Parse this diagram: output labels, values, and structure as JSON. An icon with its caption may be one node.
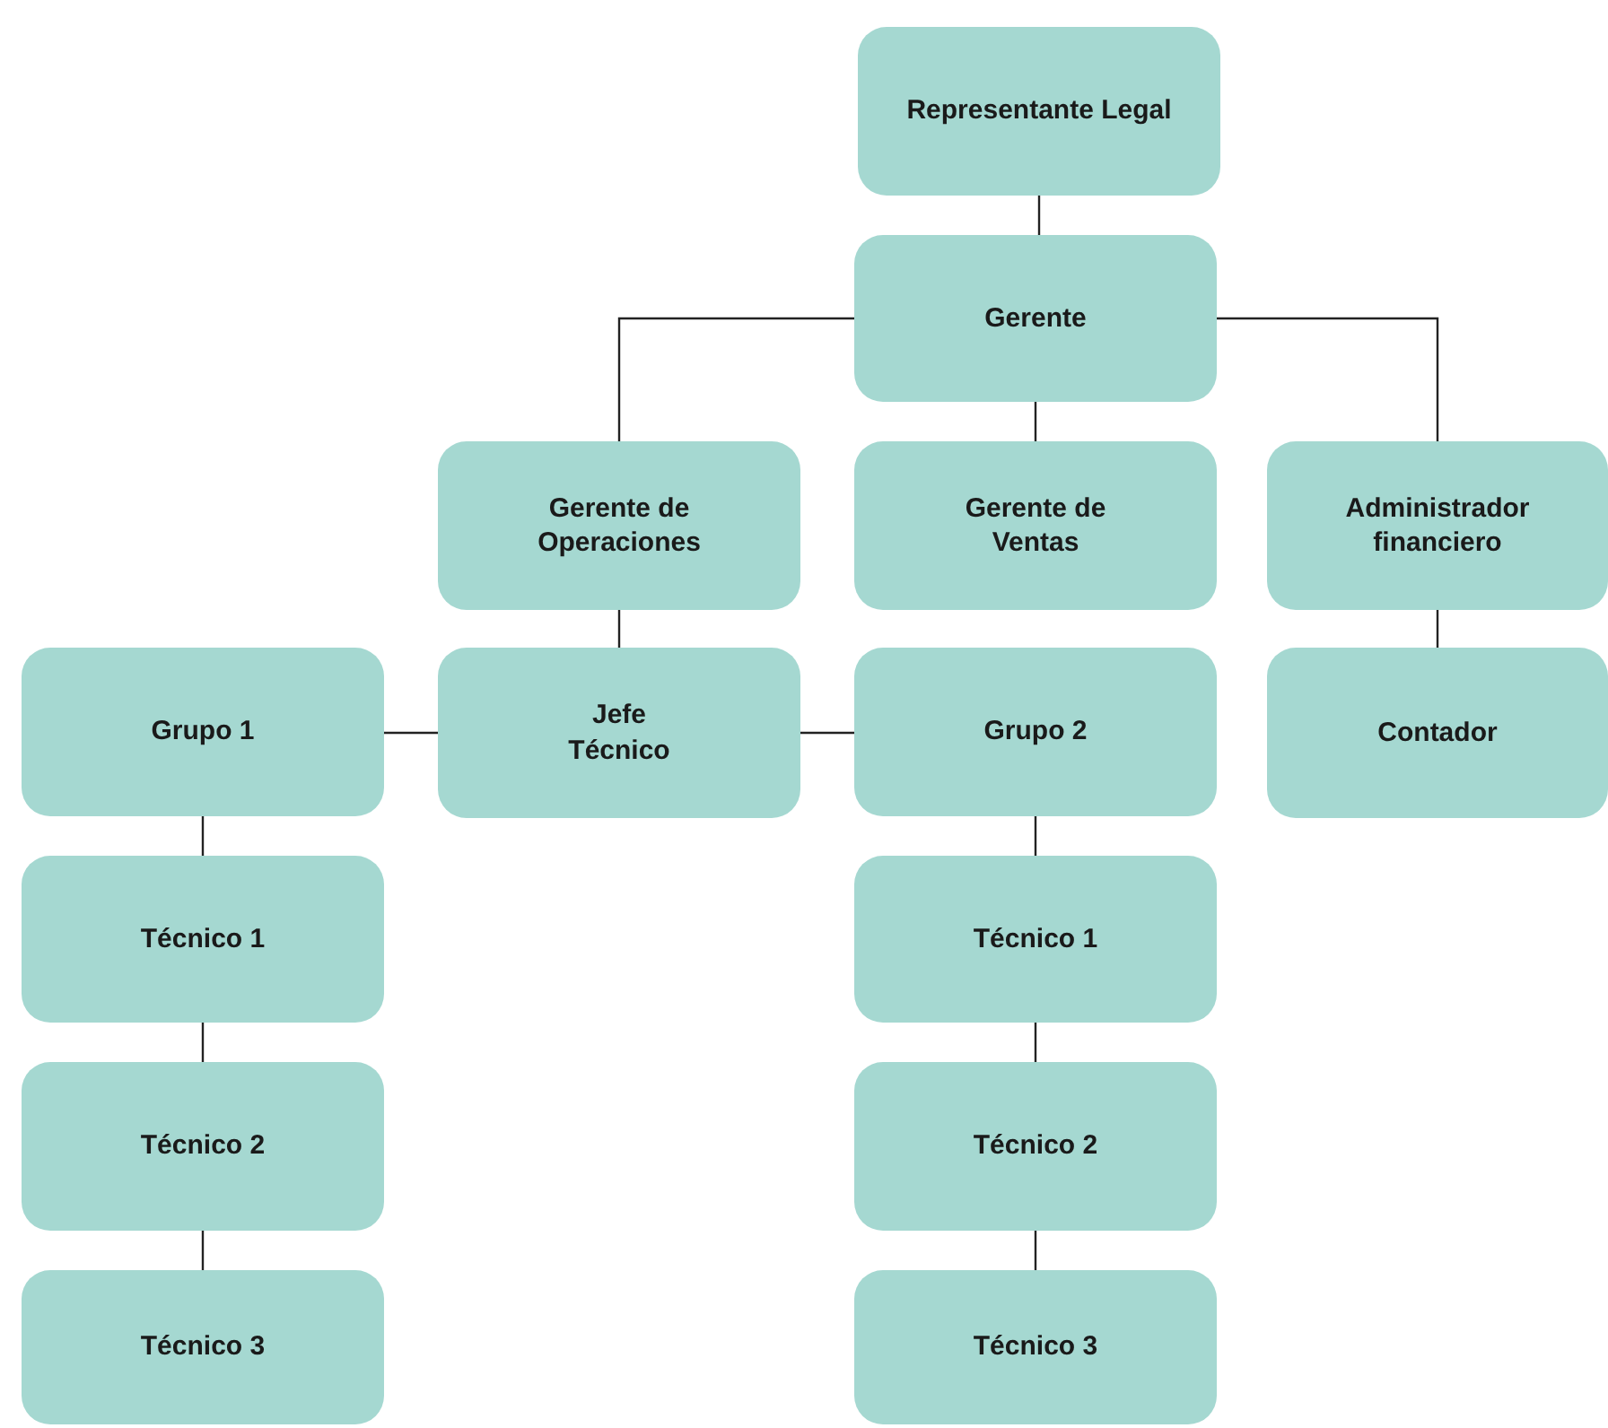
{
  "diagram": {
    "nodes": [
      {
        "text": [
          "Representante Legal"
        ]
      },
      {
        "text": [
          "Gerente"
        ]
      },
      {
        "text": [
          "Gerente de Operaciones"
        ]
      },
      {
        "text": [
          "Gerente de Ventas"
        ]
      },
      {
        "text": [
          "Administrador financiero"
        ]
      },
      {
        "text": [
          "Grupo 1"
        ]
      },
      {
        "text": [
          "Jefe Técnico"
        ]
      },
      {
        "text": [
          "Grupo 2"
        ]
      },
      {
        "text": [
          "Contador"
        ]
      },
      {
        "text": [
          "Técnico 1"
        ]
      },
      {
        "text": [
          "Técnico 1"
        ]
      },
      {
        "text": [
          "Técnico 2"
        ]
      },
      {
        "text": [
          "Técnico 2"
        ]
      },
      {
        "text": [
          "Técnico 3"
        ]
      },
      {
        "text": [
          "Técnico 3"
        ]
      }
    ],
    "edges": [
      {
        "from": 0,
        "to": 1,
        "arrow": "none"
      },
      {
        "from": 1,
        "to": 2,
        "arrow": "none"
      },
      {
        "from": 1,
        "to": 3,
        "arrow": "none"
      },
      {
        "from": 1,
        "to": 4,
        "arrow": "none"
      },
      {
        "from": 2,
        "to": 6,
        "arrow": "none"
      },
      {
        "from": 6,
        "to": 5,
        "arrow": "none"
      },
      {
        "from": 6,
        "to": 7,
        "arrow": "none"
      },
      {
        "from": 4,
        "to": 8,
        "arrow": "none"
      },
      {
        "from": 5,
        "to": 9,
        "arrow": "none"
      },
      {
        "from": 9,
        "to": 11,
        "arrow": "none"
      },
      {
        "from": 11,
        "to": 13,
        "arrow": "none"
      },
      {
        "from": 7,
        "to": 10,
        "arrow": "none"
      },
      {
        "from": 10,
        "to": 12,
        "arrow": "none"
      },
      {
        "from": 12,
        "to": 14,
        "arrow": "none"
      }
    ]
  }
}
